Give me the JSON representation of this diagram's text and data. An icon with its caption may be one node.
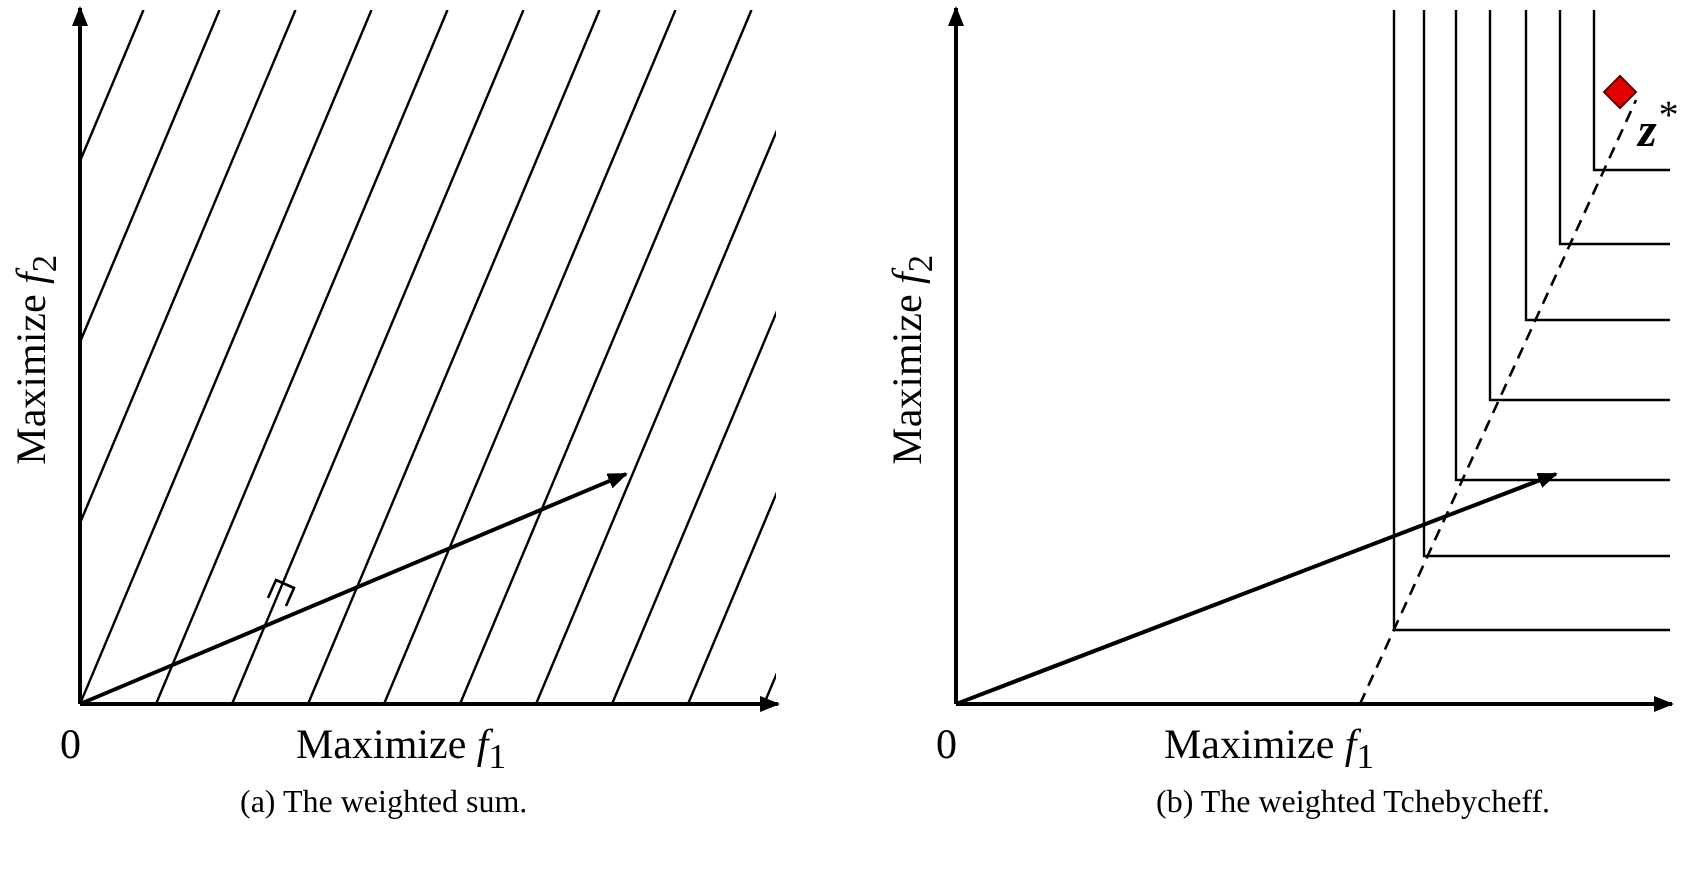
{
  "diagram": {
    "labels": [
      "Maximize *f*$_{2}$",
      "0",
      "Maximize *f*$_{1}$",
      "(a) The weighted sum.",
      "Maximize *f*$_{2}$",
      "0",
      "Maximize *f*$_{1}$",
      "**z**$^{*}$",
      "(b) The weighted Tchebycheff."
    ]
  }
}
